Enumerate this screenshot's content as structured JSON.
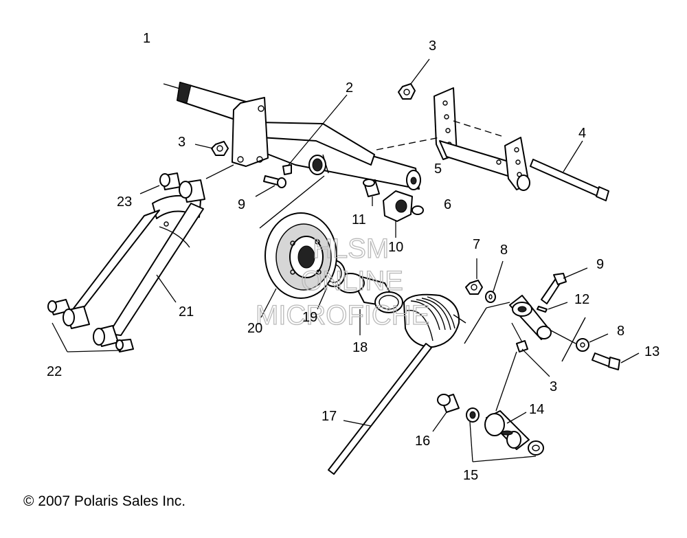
{
  "callouts": {
    "c1": "1",
    "c2": "2",
    "c3a": "3",
    "c3b": "3",
    "c3c": "3",
    "c4": "4",
    "c5": "5",
    "c6": "6",
    "c7": "7",
    "c8a": "8",
    "c8b": "8",
    "c9a": "9",
    "c9b": "9",
    "c10": "10",
    "c11": "11",
    "c12": "12",
    "c13": "13",
    "c14": "14",
    "c15": "15",
    "c16": "16",
    "c17": "17",
    "c18": "18",
    "c19": "19",
    "c20": "20",
    "c21": "21",
    "c22": "22",
    "c23": "23"
  },
  "watermark": {
    "line1": "HLSM",
    "line2": "ONLINE",
    "line3": "MICROFICHE"
  },
  "footer": {
    "copyright": "© 2007 Polaris Sales Inc."
  }
}
